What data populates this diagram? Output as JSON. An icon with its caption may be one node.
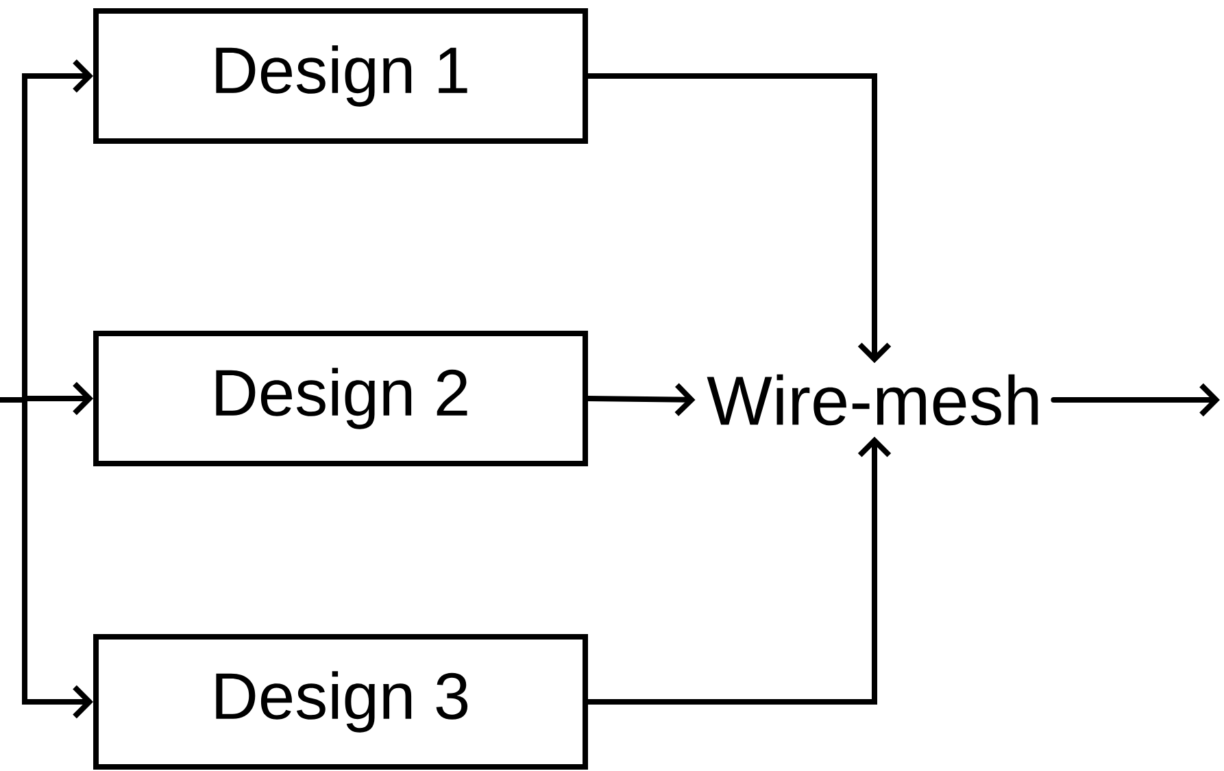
{
  "diagram": {
    "nodes": [
      {
        "text": [
          "Design 1"
        ]
      },
      {
        "text": [
          "Design 2"
        ]
      },
      {
        "text": [
          "Design 3"
        ]
      },
      {
        "text": [
          "Wire-mesh"
        ]
      }
    ],
    "edges": [
      {
        "from": null,
        "to": 0,
        "arrow": "to"
      },
      {
        "from": null,
        "to": 1,
        "arrow": "to"
      },
      {
        "from": null,
        "to": 2,
        "arrow": "to"
      },
      {
        "from": 0,
        "to": 3,
        "arrow": "to"
      },
      {
        "from": 1,
        "to": 3,
        "arrow": "to"
      },
      {
        "from": 2,
        "to": 3,
        "arrow": "to"
      },
      {
        "from": 3,
        "to": null,
        "arrow": "to"
      }
    ]
  }
}
